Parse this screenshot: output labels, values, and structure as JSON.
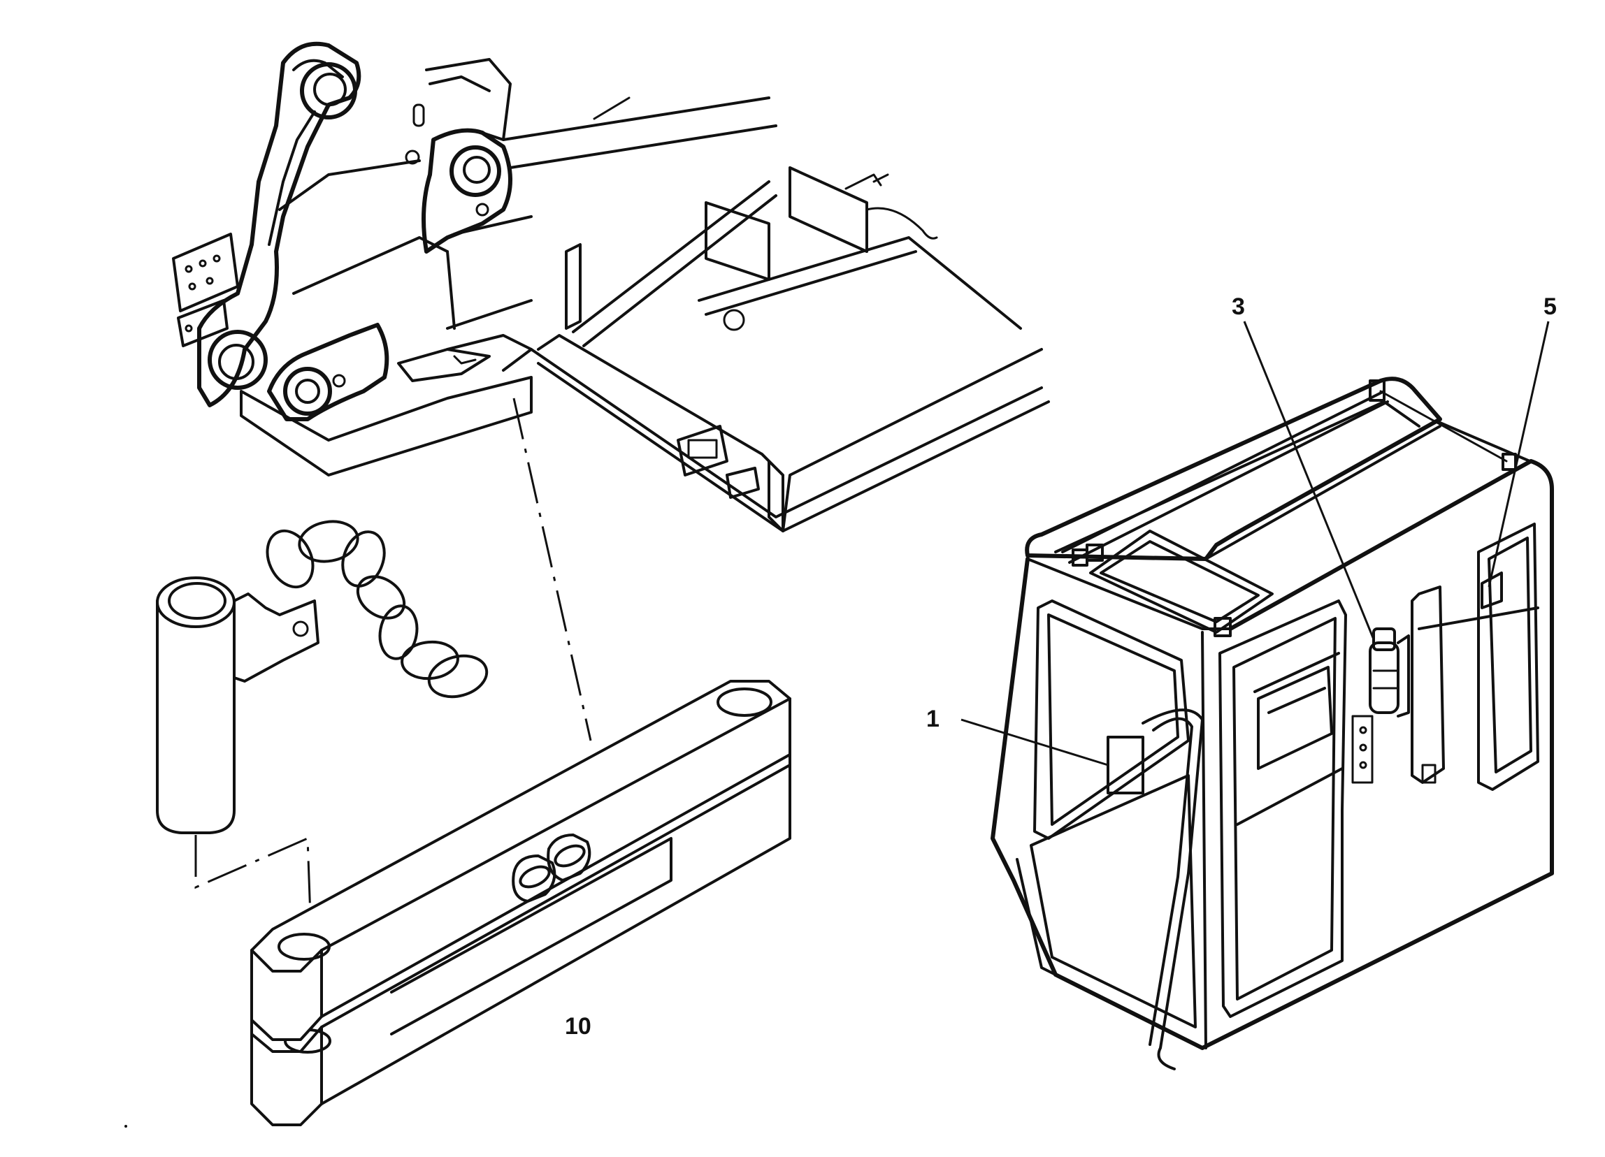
{
  "callouts": {
    "c1": "1",
    "c3": "3",
    "c5": "5",
    "c10": "10"
  }
}
